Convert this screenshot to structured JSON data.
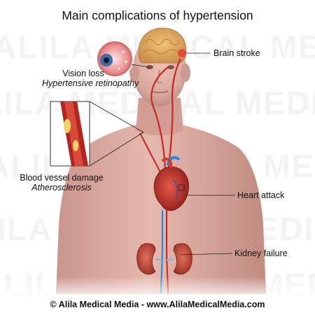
{
  "title": "Main complications of hypertension",
  "labels": {
    "brain_stroke": "Brain stroke",
    "vision_loss": "Vision loss",
    "vision_loss_sub": "Hypertensive retinopathy",
    "vessel_damage": "Blood vessel damage",
    "vessel_damage_sub": "Atherosclerosis",
    "heart_attack": "Heart attack",
    "kidney_failure": "Kidney failure"
  },
  "footer": "© Alila Medical Media - www.AlilaMedicalMedia.com",
  "watermark": "ALILA MEDICAL MEDIA © ALILA MEDICAL MEDIA",
  "colors": {
    "skin": "#d9a9a0",
    "skin_shadow": "#b88379",
    "brain": "#d9a35f",
    "artery": "#c62828",
    "vein": "#1e88e5",
    "plaque": "#f2d36b",
    "kidney": "#c44a3a",
    "text": "#111111"
  }
}
